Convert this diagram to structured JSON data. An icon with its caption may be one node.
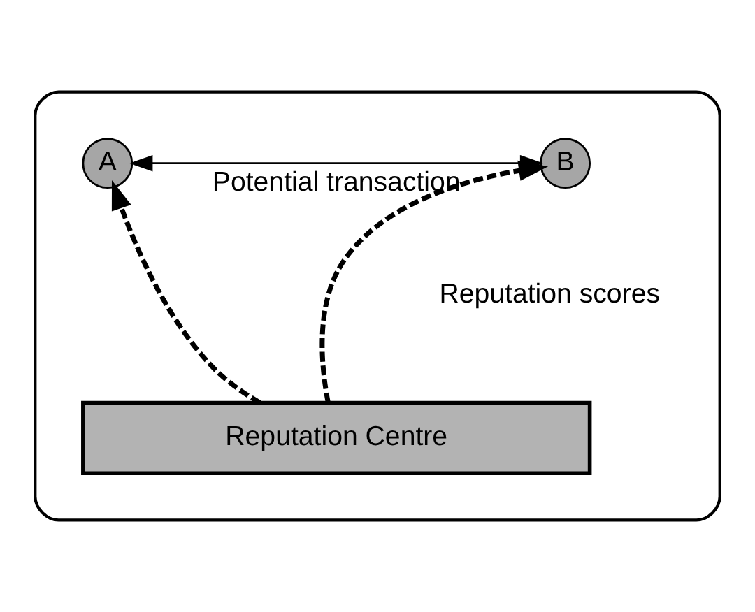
{
  "diagram": {
    "nodes": [
      {
        "text": [],
        "shape": "box"
      },
      {
        "text": [
          "A"
        ],
        "in": 0
      },
      {
        "text": [
          "B"
        ],
        "in": 0
      },
      {
        "text": [
          "Reputation Centre"
        ],
        "in": 0
      }
    ],
    "edges": [
      {
        "from": 1,
        "to": 2,
        "arrow": "both",
        "label": "Potential transaction"
      },
      {
        "from": 3,
        "to": 1,
        "arrow": "to",
        "style": "dashed"
      },
      {
        "from": 3,
        "to": 2,
        "arrow": "to",
        "style": "dashed"
      }
    ],
    "labels": [
      "Reputation scores"
    ]
  }
}
